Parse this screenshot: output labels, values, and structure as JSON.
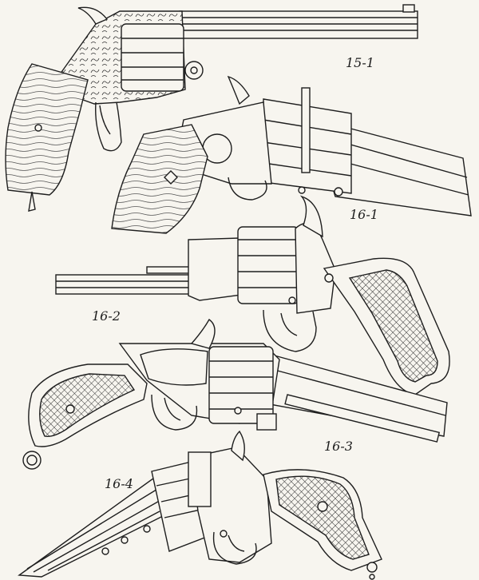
{
  "figure_labels": {
    "fig_15_1": "15-1",
    "fig_16_1": "16-1",
    "fig_16_2": "16-2",
    "fig_16_3": "16-3",
    "fig_16_4": "16-4"
  },
  "colors": {
    "paper": "#f7f5ef",
    "ink": "#1e1e1e"
  }
}
